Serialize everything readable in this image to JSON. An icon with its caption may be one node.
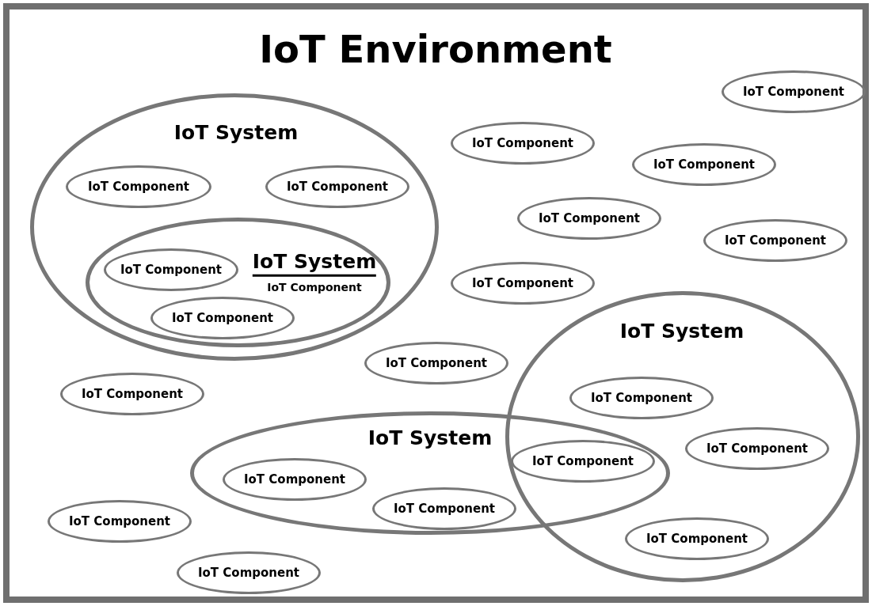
{
  "diagram": {
    "nodes": [
      {
        "text": [
          "IoT Environment"
        ]
      },
      {
        "text": [
          "IoT Component"
        ],
        "in": 0
      },
      {
        "text": [
          "IoT System"
        ],
        "in": 0
      },
      {
        "text": [
          "IoT Component"
        ],
        "in": 2
      },
      {
        "text": [
          "IoT Component"
        ],
        "in": 2
      },
      {
        "text": [
          "IoT Component"
        ],
        "in": 0
      },
      {
        "text": [
          "IoT Component"
        ],
        "in": 0
      },
      {
        "text": [
          "IoT Component"
        ],
        "in": 0
      },
      {
        "text": [
          "IoT Component"
        ],
        "in": 0
      },
      {
        "text": [
          "IoT System",
          "IoT Component"
        ],
        "in": 2
      },
      {
        "text": [
          "IoT Component"
        ],
        "in": 9
      },
      {
        "text": [
          "IoT Component"
        ],
        "in": 9
      },
      {
        "text": [
          "IoT Component"
        ],
        "in": 0
      },
      {
        "text": [
          "IoT System"
        ],
        "in": 0
      },
      {
        "text": [
          "IoT Component"
        ],
        "in": 0
      },
      {
        "text": [
          "IoT Component"
        ],
        "in": 0
      },
      {
        "text": [
          "IoT Component"
        ],
        "in": 13
      },
      {
        "text": [
          "IoT System"
        ],
        "in": 0
      },
      {
        "text": [
          "IoT Component"
        ],
        "in": 13
      },
      {
        "text": [
          "IoT Component"
        ],
        "in": 17
      },
      {
        "text": [
          "IoT Component"
        ]
      },
      {
        "text": [
          "IoT Component"
        ],
        "in": 17
      },
      {
        "text": [
          "IoT Component"
        ],
        "in": 0
      },
      {
        "text": [
          "IoT Component"
        ],
        "in": 13
      },
      {
        "text": [
          "IoT Component"
        ],
        "in": 0
      }
    ],
    "edges": []
  }
}
